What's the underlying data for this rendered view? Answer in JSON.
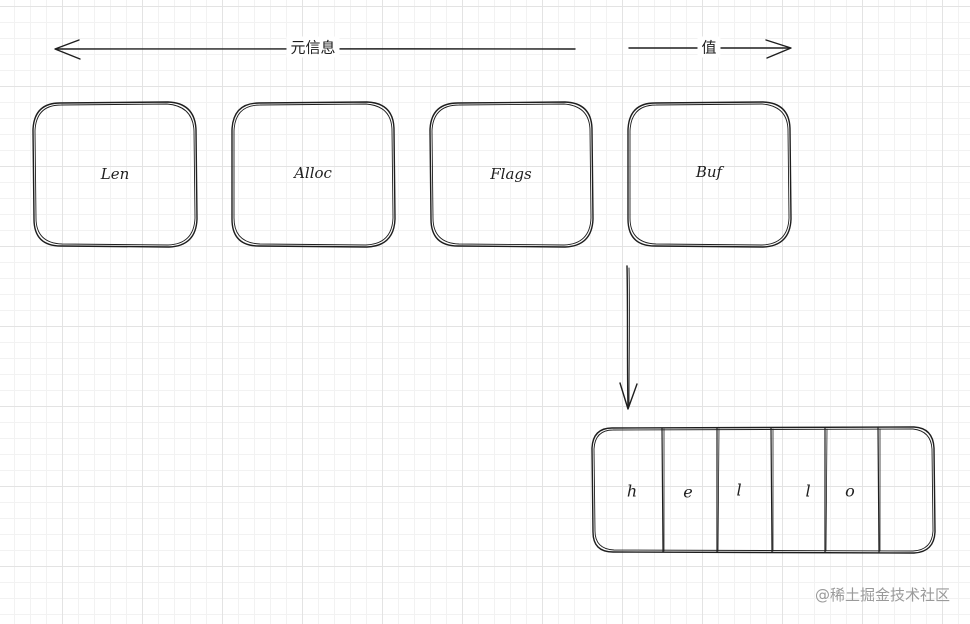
{
  "header": {
    "metadata_label": "元信息",
    "value_label": "值"
  },
  "fields": [
    {
      "name": "Len"
    },
    {
      "name": "Alloc"
    },
    {
      "name": "Flags"
    },
    {
      "name": "Buf"
    }
  ],
  "buffer": {
    "cells": [
      "h",
      "e",
      "l",
      "l",
      "o",
      ""
    ]
  },
  "watermark": "@稀土掘金技术社区",
  "colors": {
    "stroke": "#1e1e1e",
    "grid": "#e3e3e3",
    "background": "#ffffff",
    "watermark": "#9a9a9a"
  }
}
